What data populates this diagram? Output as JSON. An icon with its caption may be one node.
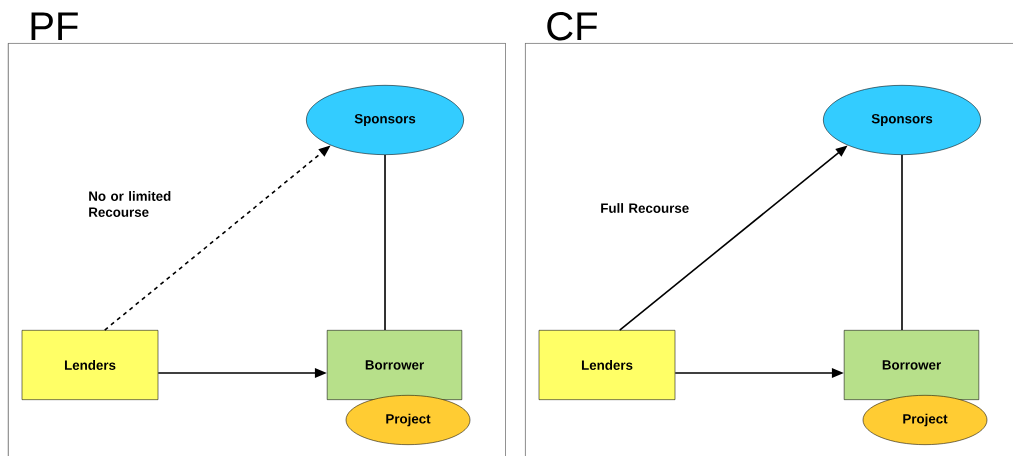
{
  "diagram": {
    "nodes": [
      {
        "text": [
          "PF"
        ]
      },
      {
        "text": [
          "Sponsors"
        ],
        "in": 0
      },
      {
        "text": [
          "Lenders"
        ],
        "in": 0
      },
      {
        "text": [
          "Borrower"
        ],
        "in": 0
      },
      {
        "text": [
          "Project"
        ],
        "in": 0
      },
      {
        "text": [
          "CF"
        ]
      },
      {
        "text": [
          "Sponsors"
        ],
        "in": 5
      },
      {
        "text": [
          "Lenders"
        ],
        "in": 5
      },
      {
        "text": [
          "Borrower"
        ],
        "in": 5
      },
      {
        "text": [
          "Project"
        ],
        "in": 5
      }
    ],
    "edges": [
      {
        "from": 2,
        "to": 1,
        "arrow": "to",
        "style": "dashed",
        "label": "No or limited Recourse"
      },
      {
        "from": 2,
        "to": 3,
        "arrow": "to"
      },
      {
        "from": 3,
        "to": 1,
        "arrow": "none"
      },
      {
        "from": 7,
        "to": 6,
        "arrow": "to",
        "label": "Full Recourse"
      },
      {
        "from": 7,
        "to": 8,
        "arrow": "to"
      },
      {
        "from": 8,
        "to": 6,
        "arrow": "none"
      }
    ]
  }
}
